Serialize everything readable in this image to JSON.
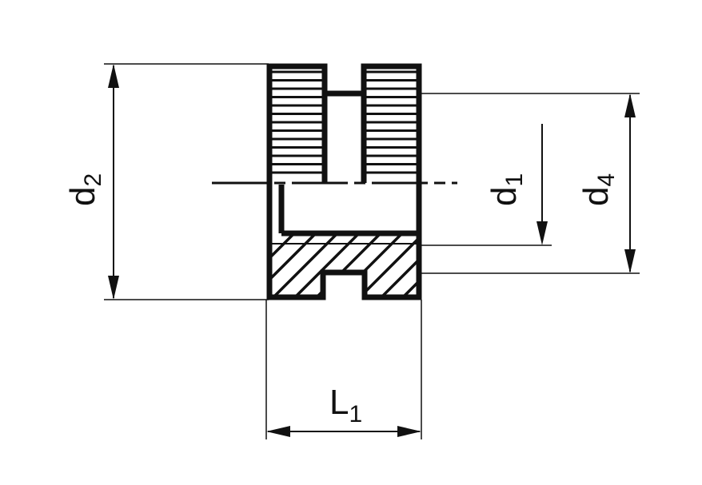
{
  "drawing": {
    "labels": {
      "d2": {
        "main": "d",
        "sub": "2"
      },
      "d1": {
        "main": "d",
        "sub": "1"
      },
      "d4": {
        "main": "d",
        "sub": "4"
      },
      "L1": {
        "main": "L",
        "sub": "1"
      }
    },
    "colors": {
      "ink": "#111111",
      "background": "#ffffff"
    }
  }
}
